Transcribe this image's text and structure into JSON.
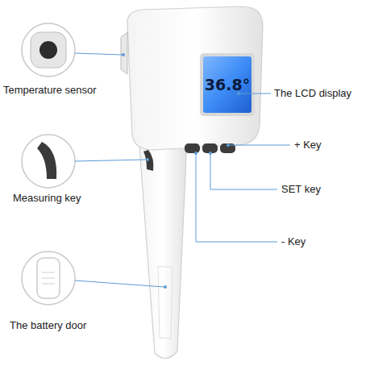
{
  "diagram": {
    "labels": [
      "Temperature sensor",
      "The LCD display",
      "36.8°",
      "+ Key",
      "Measuring key",
      "SET key",
      "- Key",
      "The battery door"
    ]
  }
}
